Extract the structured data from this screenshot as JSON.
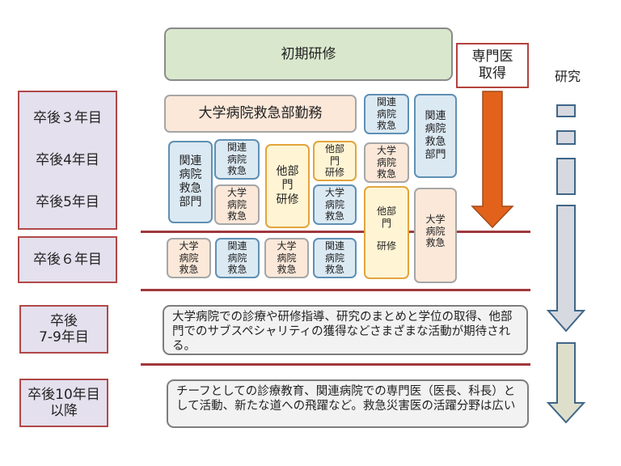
{
  "header": {
    "initial_training": "初期研修",
    "specialist": "専門医\n取得",
    "research": "研究"
  },
  "years": {
    "y3": "卒後３年目",
    "y4": "卒後4年目",
    "y5": "卒後5年目",
    "y6": "卒後６年目",
    "y7_9": "卒後\n7-9年目",
    "y10": "卒後10年目\n以降"
  },
  "blocks": {
    "univ_er_duty": "大学病院救急部勤務",
    "kanren_kyukyu": "関連\n病院\n救急",
    "kanren_kyukyu_bumon": "関連\n病院\n救急\n部門",
    "daigaku_kyukyu": "大学\n病院\n救急",
    "tabumon_kenshu": "他部\n門\n研修",
    "tabumon_mon": "他部\n門",
    "kenshu": "研修"
  },
  "descriptions": {
    "y7_9": "大学病院での診療や研修指導、研究のまとめと学位の取得、他部門でのサブスペシャリティの獲得などさまざまな活動が期待される。",
    "y10": "チーフとしての診療教育、関連病院での専門医（医長、科長）として活動、新たな道への飛躍など。救急災害医の活躍分野は広い"
  },
  "colors": {
    "blue_fill": "#dbe9f3",
    "peach_fill": "#fbe8d9",
    "yellow_fill": "#fff5d4",
    "green_fill": "#d9e8cd",
    "year_fill": "#e4e0ed",
    "divider": "#a0383c",
    "specialist_arrow": "#e2621b",
    "research_arrow": "#d7d9e0",
    "research_arrow_late": "#dedfcb"
  }
}
